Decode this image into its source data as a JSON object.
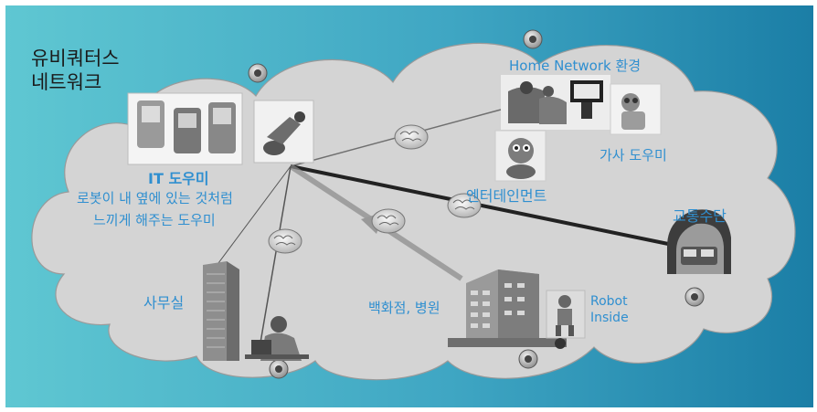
{
  "title": {
    "line1": "유비쿼터스",
    "line2": "네트워크"
  },
  "labels": {
    "home_network": "Home Network 환경",
    "housework": "가사 도우미",
    "entertainment": "엔터테인먼트",
    "transport": "교통수단",
    "it_helper_title": "IT 도우미",
    "it_helper_desc1": "로봇이 내 옆에 있는 것처럼",
    "it_helper_desc2": "느끼게 해주는 도우미",
    "office": "사무실",
    "dept_hospital": "백화점, 병원",
    "robot_inside_1": "Robot",
    "robot_inside_2": "Inside"
  },
  "colors": {
    "bg_left": "#5cc3cf",
    "bg_right": "#1d7fa3",
    "cloud": "#d6d6d6",
    "label_blue": "#2f8fd0"
  }
}
